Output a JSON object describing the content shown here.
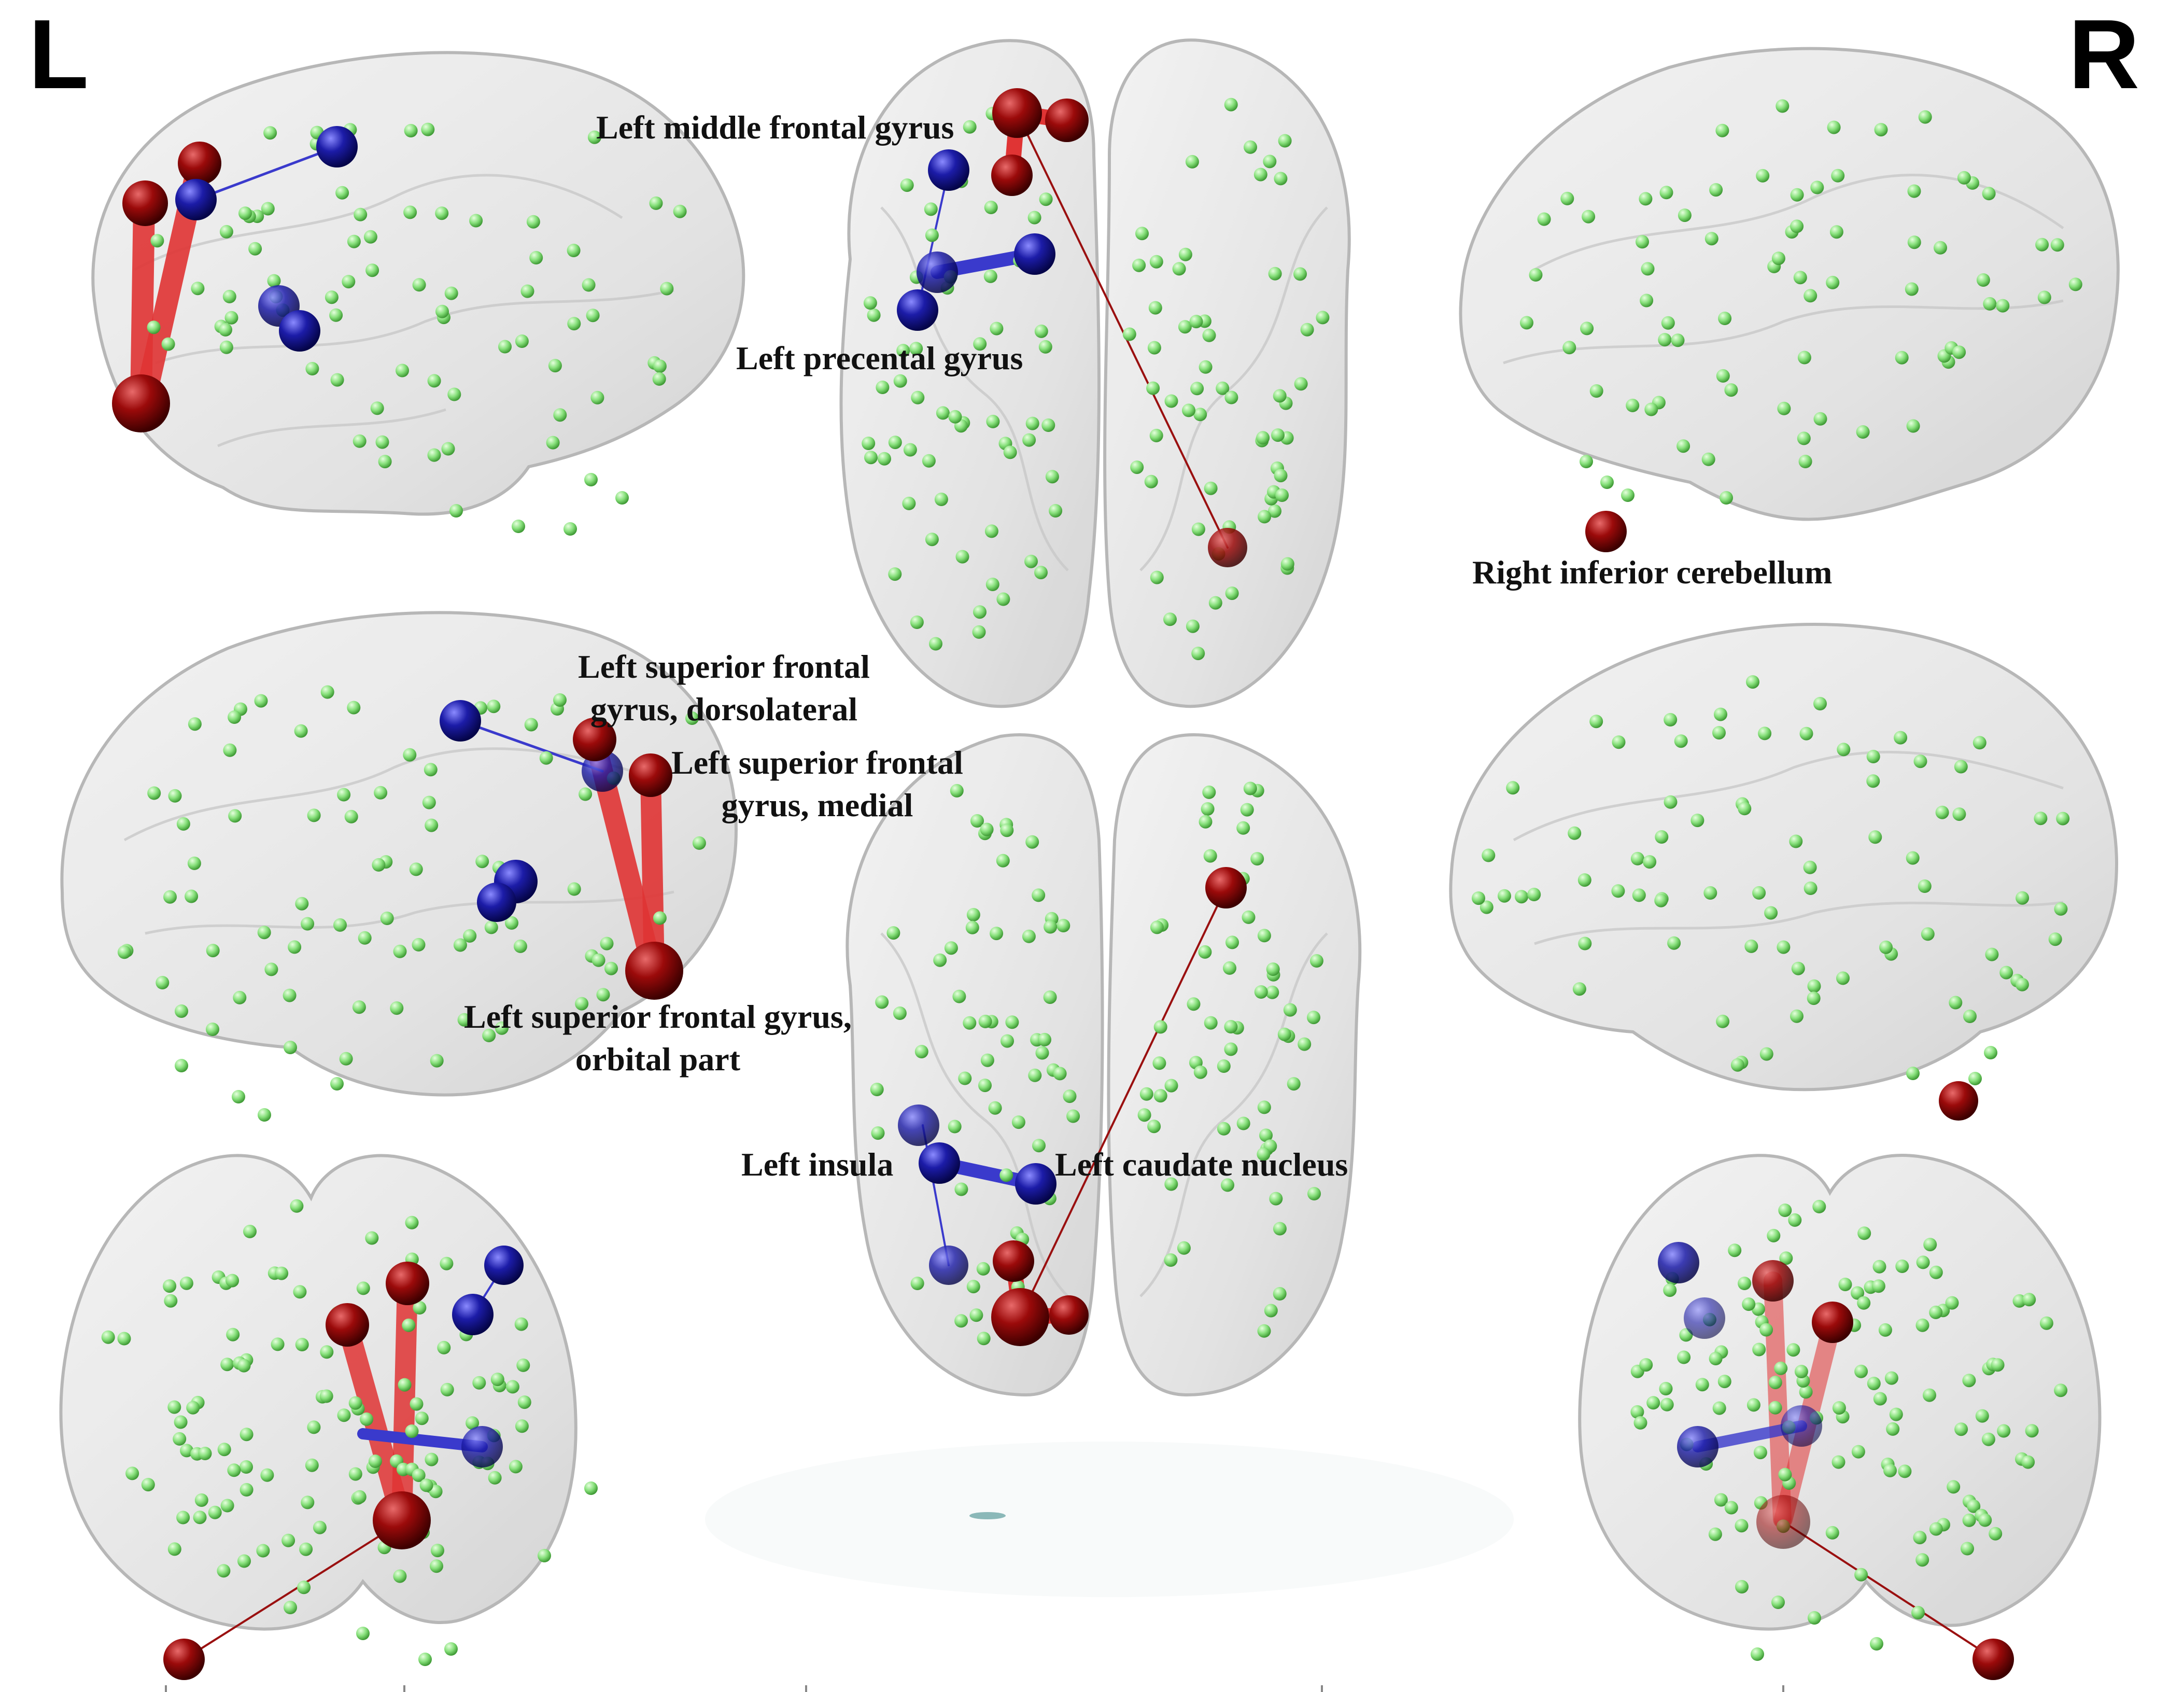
{
  "orientation_left": "L",
  "orientation_right": "R",
  "region_labels": {
    "left_middle_frontal_gyrus": "Left middle frontal gyrus",
    "left_precentral_gyrus": "Left precental gyrus",
    "right_inferior_cerebellum": "Right inferior cerebellum",
    "left_superior_frontal_dorsolateral": [
      "Left superior frontal",
      "gyrus, dorsolateral"
    ],
    "left_superior_frontal_medial": [
      "Left superior frontal",
      "gyrus, medial"
    ],
    "left_superior_frontal_orbital": [
      "Left superior frontal gyrus,",
      "orbital part"
    ],
    "left_insula": "Left insula",
    "left_caudate_nucleus": "Left caudate nucleus"
  },
  "colors": {
    "brain_fill": "#e6e6e6",
    "brain_edge": "#b4b4b4",
    "node_green": "#86e07a",
    "node_red": "#8b0000",
    "node_blue": "#1a1a9e",
    "edge_red": "#e03434",
    "edge_blue": "#3a3acc",
    "edge_thin_red": "#9a1010"
  }
}
